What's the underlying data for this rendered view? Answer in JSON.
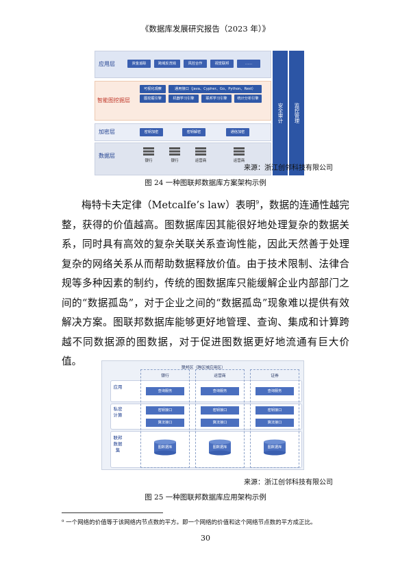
{
  "header": {
    "title": "《数据库发展研究报告（2023 年）》"
  },
  "figure24": {
    "layers": {
      "app": {
        "label": "应用层",
        "items": [
          "资金追踪",
          "跨域反洗钱",
          "风控合作",
          "视觉联邦",
          "……"
        ]
      },
      "ai": {
        "label": "智能图挖掘层",
        "items_row1": [
          "可视化观察",
          "通用接口（Java、Cypher、Go、Python、Rest）"
        ],
        "items_row2": [
          "图挖掘引擎",
          "机器学习引擎",
          "联邦学习引擎",
          "统计分析引擎"
        ]
      },
      "enc": {
        "label": "加密层",
        "items": [
          "密钥加密",
          "密钥解密",
          "通信加密"
        ]
      },
      "data": {
        "label": "数据层",
        "items": [
          "银行",
          "银行",
          "运营商",
          "运营商"
        ]
      }
    },
    "side": {
      "security": "安全审计",
      "monitor": "监控管理"
    },
    "source": "来源：浙江创邻科技有限公司",
    "caption": "图 24 一种图联邦数据库方案架构示例"
  },
  "body": {
    "para1_before_sup": "梅特卡夫定律（Metcalfe’s law）表明",
    "para1_sup": "9",
    "para1_after_sup": "，数据的连通性越完整，获得的价值越高。图数据库因其能很好地处理复杂的数据关系，同时具有高效的复杂关联关系查询性能，因此天然善于处理复杂的网络关系从而帮助数据释放价值。由于技术限制、法律合规等多种因素的制约，传统的图数据库只能缓解企业内部部门之间的“数据孤岛”，对于企业之间的“数据孤岛”现象难以提供有效解决方案。图联邦数据库能够更好地管理、查询、集成和计算跨越不同数据源的图数据，对于促进图数据更好地流通有巨大价值。"
  },
  "figure25": {
    "title": "联邦区（跨区域应用区）",
    "columns": [
      "银行",
      "运营商",
      "证券"
    ],
    "rows": {
      "app": "应用",
      "compute": "私密计算",
      "data": "联邦数据集"
    },
    "query": "查询服务",
    "key": "密钥接口",
    "algo": "算法接口",
    "db": "图数据库",
    "source": "来源：浙江创邻科技有限公司",
    "caption": "图 25 一种图联邦数据库应用架构示例"
  },
  "footnote": "⁹ 一个网络的价值等于该网络内节点数的平方。即一个网络的价值和这个网络节点数的平方成正比。",
  "page_number": "30",
  "colors": {
    "accent": "#2c55a5",
    "chip": "#3a5fb0",
    "ai_band": "#fbeae0",
    "app_band": "#dfe6f4"
  }
}
